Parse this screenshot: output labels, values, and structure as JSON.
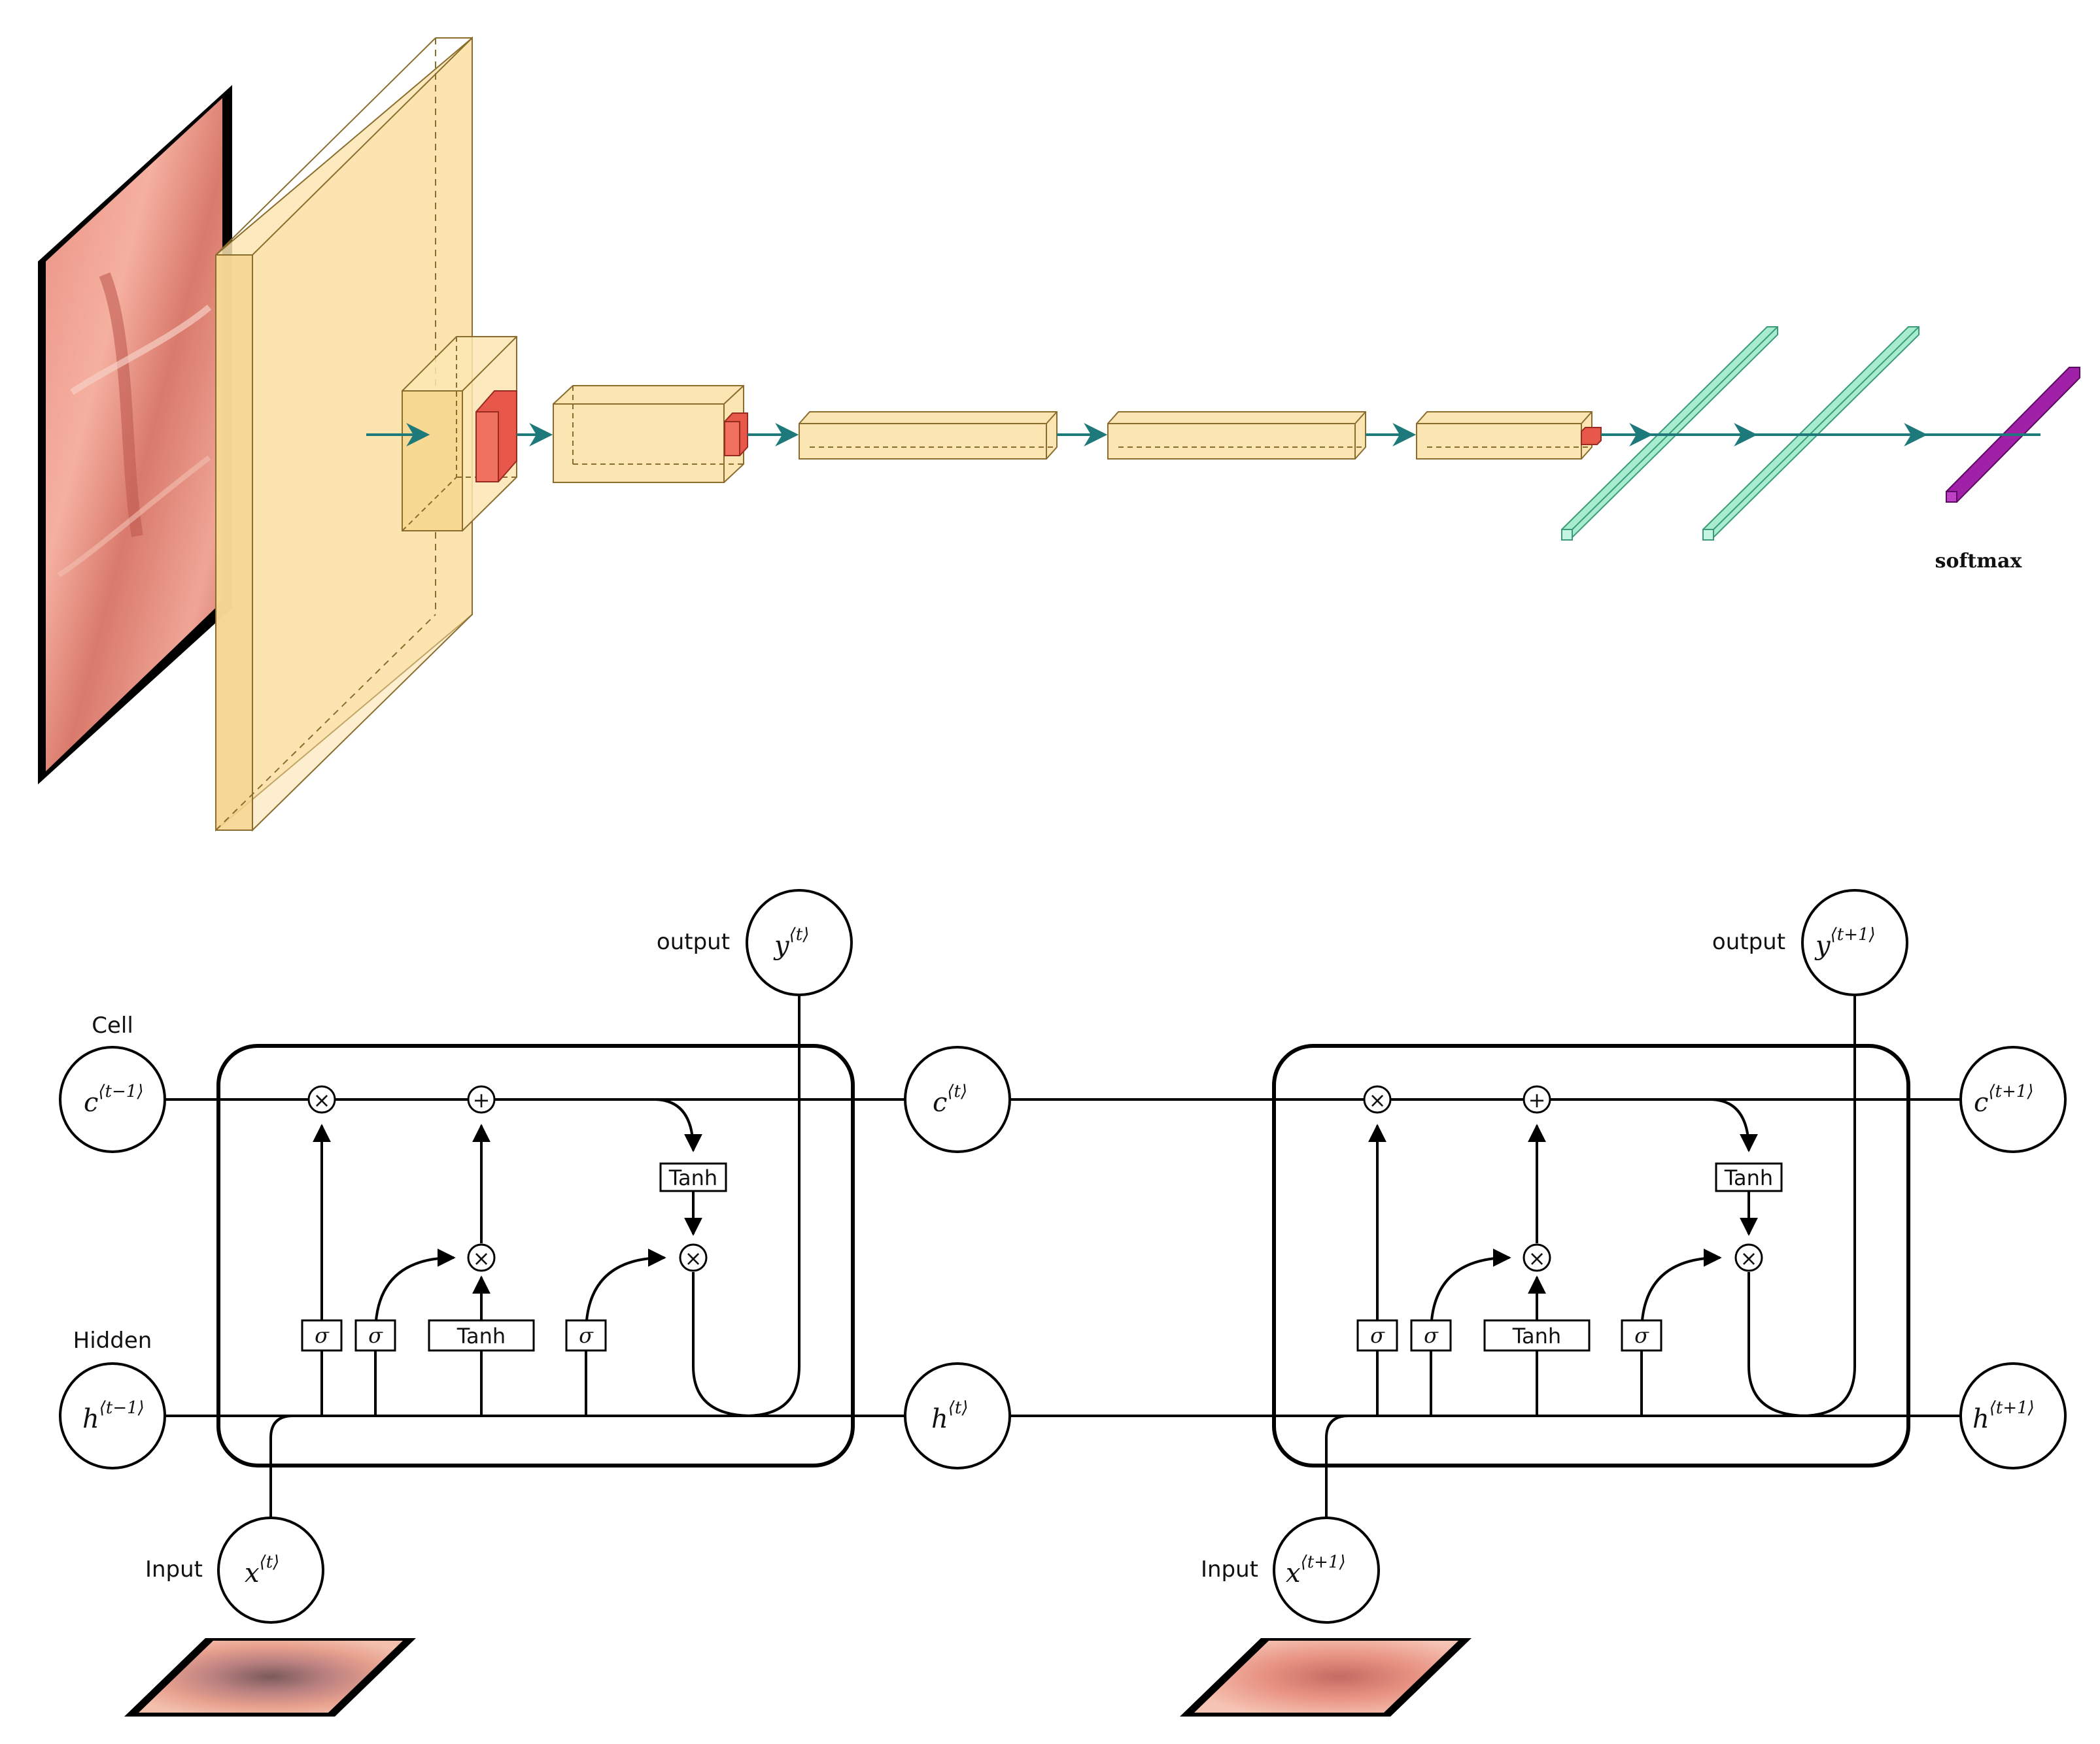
{
  "cnn": {
    "final_layer_label": "softmax",
    "colors": {
      "conv_face": "#fbe6b3",
      "conv_edge": "#8a6d2c",
      "pool": "#e8584a",
      "fc": "#a8ecd0",
      "fc_edge": "#3a9b78",
      "softmax": "#a020a8",
      "arrow": "#1e7a7a"
    }
  },
  "lstm": {
    "cells": [
      {
        "output_label": "output",
        "y_base": "y",
        "y_sup": "⟨t⟩",
        "input_label": "Input",
        "x_base": "x",
        "x_sup": "⟨t⟩",
        "c_base": "c",
        "c_sup": "⟨t⟩",
        "h_base": "h",
        "h_sup": "⟨t⟩",
        "gates": [
          "σ",
          "σ",
          "Tanh",
          "σ"
        ],
        "tanh_label": "Tanh"
      },
      {
        "output_label": "output",
        "y_base": "y",
        "y_sup": "⟨t+1⟩",
        "input_label": "Input",
        "x_base": "x",
        "x_sup": "⟨t+1⟩",
        "c_base": "c",
        "c_sup": "⟨t+1⟩",
        "h_base": "h",
        "h_sup": "⟨t+1⟩",
        "gates": [
          "σ",
          "σ",
          "Tanh",
          "σ"
        ],
        "tanh_label": "Tanh"
      }
    ],
    "cell_label": "Cell",
    "hidden_label": "Hidden",
    "prev_c_base": "c",
    "prev_c_sup": "⟨t−1⟩",
    "prev_h_base": "h",
    "prev_h_sup": "⟨t−1⟩",
    "times_symbol": "×",
    "plus_symbol": "+"
  }
}
